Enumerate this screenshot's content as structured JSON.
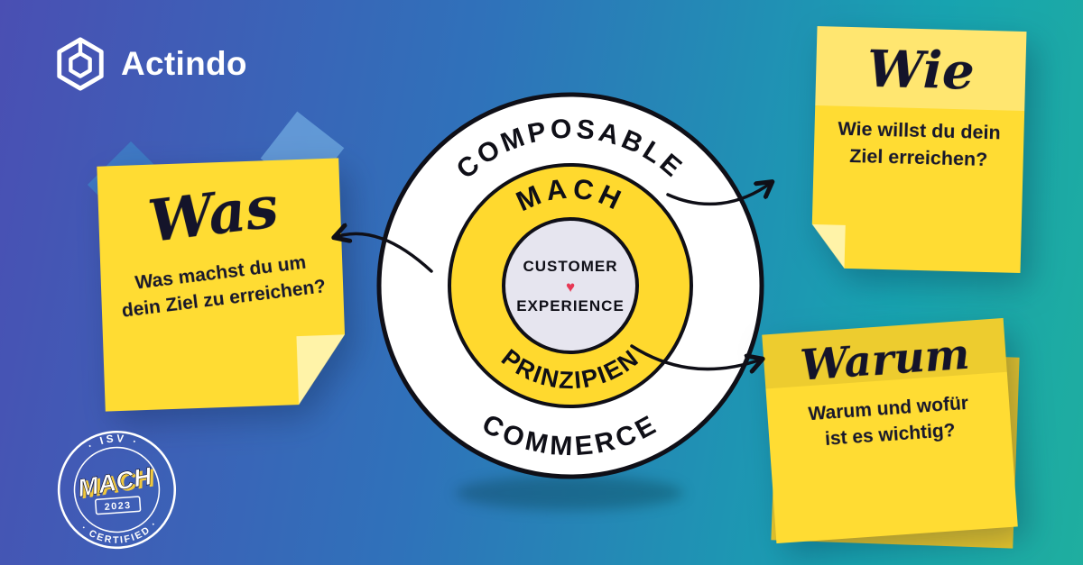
{
  "brand": {
    "name": "Actindo"
  },
  "diagram": {
    "outer_ring_top": "COMPOSABLE",
    "outer_ring_bottom": "COMMERCE",
    "middle_ring_top": "MACH",
    "middle_ring_bottom": "PRINZIPIEN",
    "center_top": "CUSTOMER",
    "center_heart": "♥",
    "center_bottom": "EXPERIENCE"
  },
  "notes": {
    "was": {
      "title": "Was",
      "line1": "Was machst du um",
      "line2": "dein Ziel zu erreichen?"
    },
    "wie": {
      "title": "Wie",
      "line1": "Wie willst du dein",
      "line2": "Ziel erreichen?"
    },
    "warum": {
      "title": "Warum",
      "line1": "Warum und wofür",
      "line2": "ist es wichtig?"
    }
  },
  "badge": {
    "top": "· ISV ·",
    "center": "MACH",
    "year": "2023",
    "bottom": "· CERTIFIED ·"
  },
  "colors": {
    "background_left": "#4a4fb3",
    "background_right": "#17a3b0",
    "note_yellow": "#ffdc33",
    "ring_yellow": "#ffd92e",
    "center_circle": "#e6e5ef",
    "heart_red": "#e73855",
    "ink": "#14141f",
    "tape_blue": "#3e7ec6"
  }
}
